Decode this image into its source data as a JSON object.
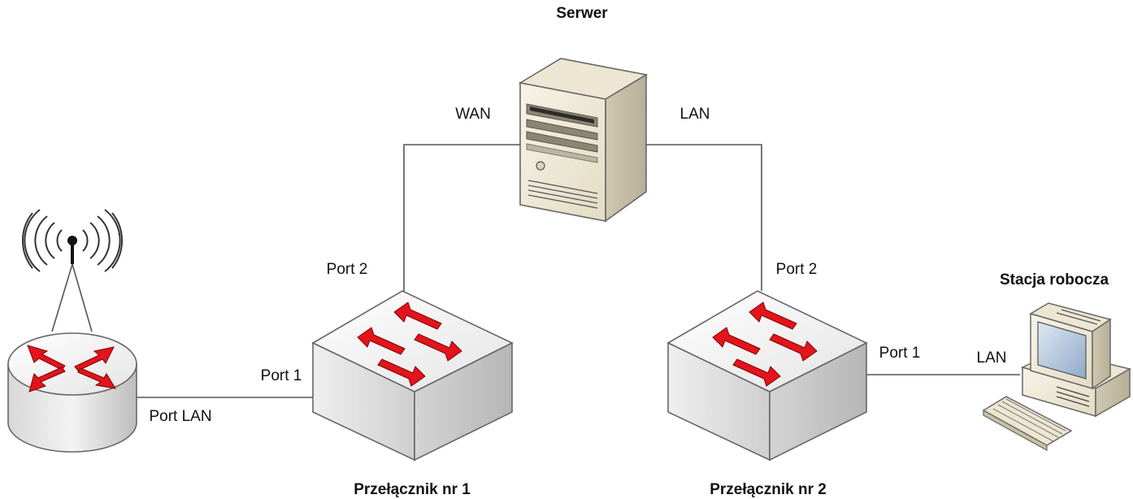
{
  "title_server": "Serwer",
  "title_workstation": "Stacja robocza",
  "title_switch1": "Przełącznik nr 1",
  "title_switch2": "Przełącznik nr 2",
  "labels": {
    "wan": "WAN",
    "lan_server": "LAN",
    "port2_sw1": "Port 2",
    "port2_sw2": "Port 2",
    "port1_sw1": "Port 1",
    "port1_sw2": "Port 1",
    "port_lan_router": "Port LAN",
    "lan_workstation": "LAN"
  },
  "icons": {
    "router": "wireless-router-icon",
    "server": "server-tower-icon",
    "switch1": "network-switch-icon",
    "switch2": "network-switch-icon",
    "workstation": "workstation-pc-icon"
  },
  "colors": {
    "arrow_red": "#e3141b",
    "wire": "#555555"
  }
}
